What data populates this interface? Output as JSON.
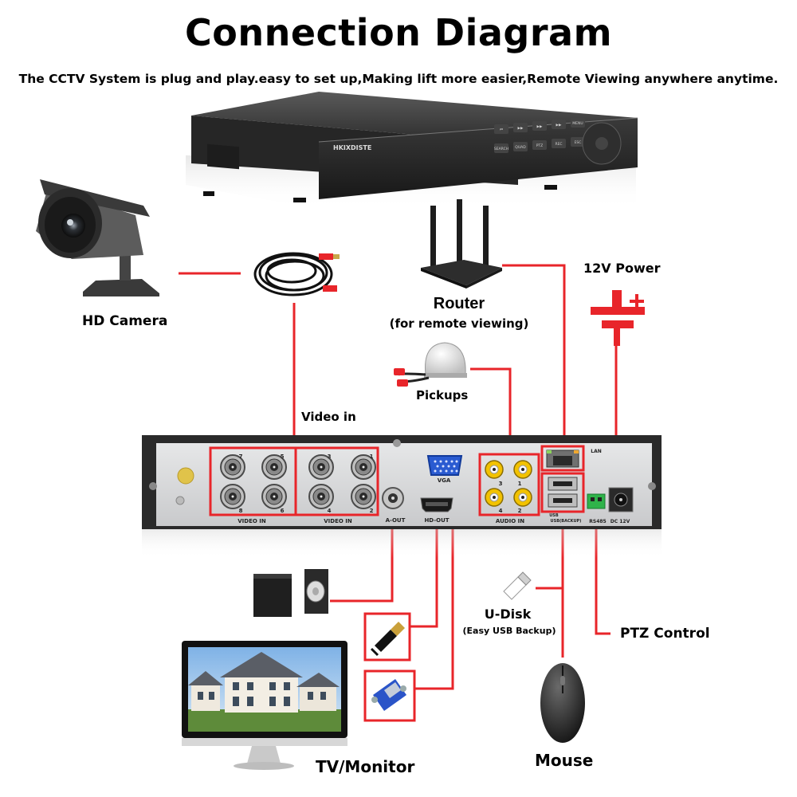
{
  "title": "Connection Diagram",
  "subtitle": "The CCTV System is plug and play.easy to set up,Making lift more easier,Remote Viewing anywhere anytime.",
  "dvr_front": {
    "brand": "HKIXDISTE",
    "buttons_row1": [
      "⏮",
      "▶▶",
      "▶▶",
      "▶▶",
      "MENU"
    ],
    "buttons_row2": [
      "SEARCH",
      "QUAD",
      "PTZ",
      "REC",
      "ESC"
    ]
  },
  "labels": {
    "hd_camera": "HD Camera",
    "router": "Router",
    "router_note": "(for remote viewing)",
    "power": "12V Power",
    "pickups": "Pickups",
    "video_in": "Video in",
    "udisk": "U-Disk",
    "udisk_note": "(Easy USB Backup)",
    "ptz": "PTZ Control",
    "tv": "TV/Monitor",
    "mouse": "Mouse"
  },
  "rear_panel": {
    "bnc_top": [
      "7",
      "5",
      "3",
      "1"
    ],
    "bnc_bottom": [
      "8",
      "6",
      "4",
      "2"
    ],
    "video_in_label": "VIDEO IN",
    "aout_label": "A-OUT",
    "vga_label": "VGA",
    "hdout_label": "HD-OUT",
    "audio_top": [
      "3",
      "1"
    ],
    "audio_bottom": [
      "4",
      "2"
    ],
    "audio_in_label": "AUDIO IN",
    "lan_label": "LAN",
    "usb_label": "USB",
    "usb_backup_label": "USB(BACKUP)",
    "rs485_label": "RS485",
    "dc_label": "DC 12V"
  },
  "colors": {
    "connector_red": "#e8252a",
    "device_dark": "#2b2b2b",
    "panel_silver": "#d9dadb"
  }
}
